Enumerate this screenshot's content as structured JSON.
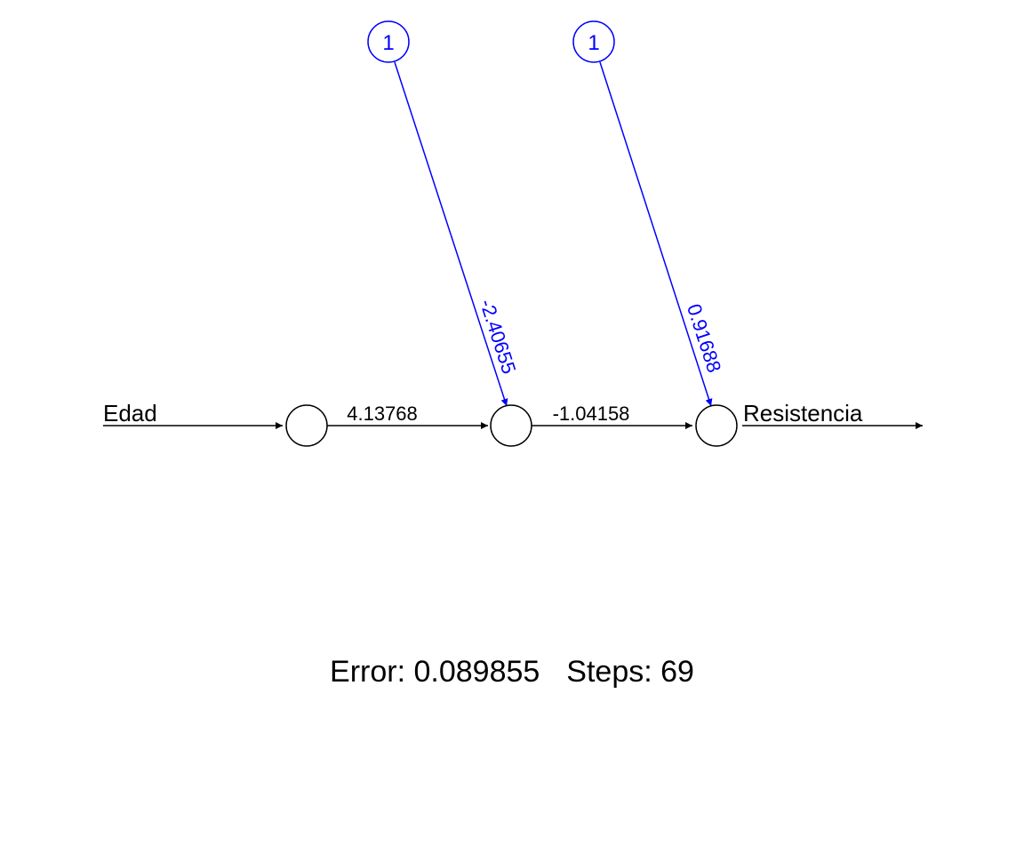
{
  "network": {
    "input_label": "Edad",
    "output_label": "Resistencia",
    "weights": [
      "4.13768",
      "-1.04158"
    ],
    "bias_label": "1",
    "bias_weights": [
      "-2.40655",
      "0.91688"
    ]
  },
  "footer": {
    "error_label": "Error:",
    "error_value": "0.089855",
    "steps_label": "Steps:",
    "steps_value": "69"
  },
  "colors": {
    "main": "#000000",
    "bias": "#0000ff"
  }
}
